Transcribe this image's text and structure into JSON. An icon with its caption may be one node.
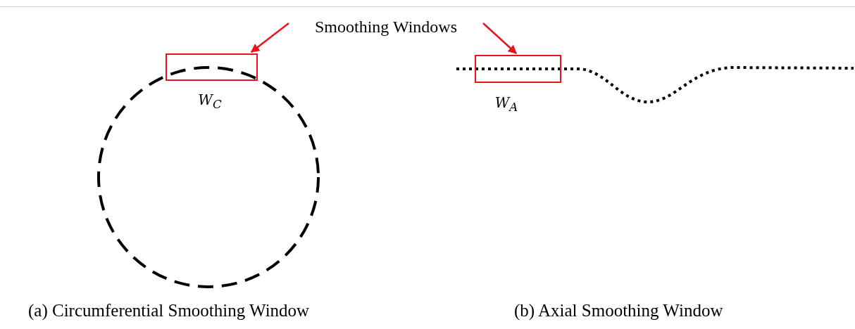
{
  "diagram": {
    "nodes": [
      {
        "text": [
          "Smoothing Windows"
        ]
      },
      {
        "text": [],
        "shape": "box",
        "beside": [
          "W$_{C}$"
        ]
      },
      {
        "text": [],
        "shape": "box",
        "beside": [
          "W$_{A}$"
        ]
      }
    ],
    "edges": [
      {
        "from": 0,
        "to": 1,
        "arrow": "to"
      },
      {
        "from": 0,
        "to": 2,
        "arrow": "to"
      }
    ],
    "labels": [
      "(a) Circumferential Smoothing Window",
      "(b) Axial Smoothing Window"
    ]
  }
}
